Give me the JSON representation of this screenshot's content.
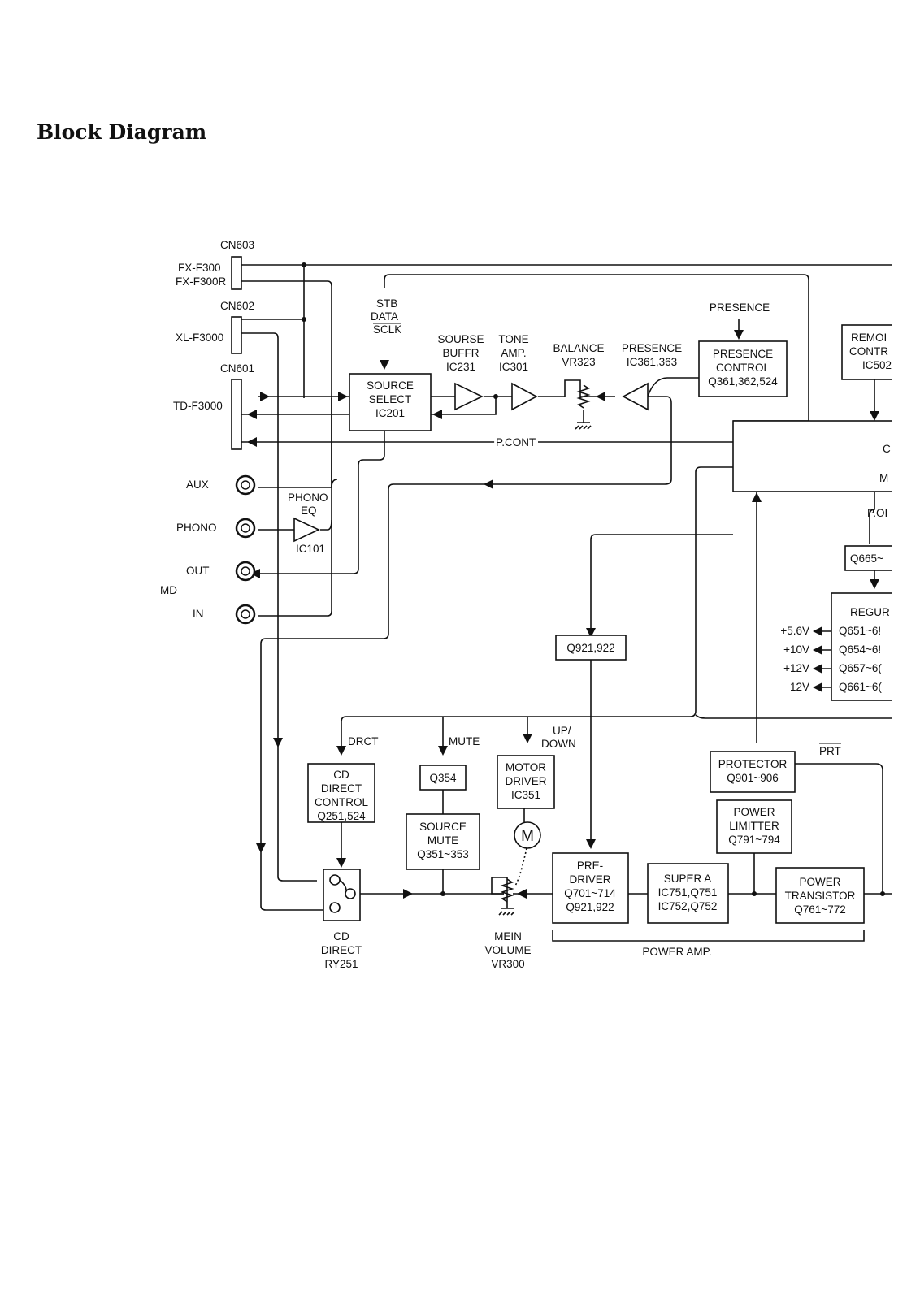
{
  "title": "Block Diagram",
  "connectors": {
    "cn603": "CN603",
    "fx_f300": "FX-F300",
    "fx_f300r": "FX-F300R",
    "cn602": "CN602",
    "xl_f3000": "XL-F3000",
    "cn601": "CN601",
    "td_f3000": "TD-F3000"
  },
  "jacks": {
    "aux": "AUX",
    "phono": "PHONO",
    "out": "OUT",
    "md": "MD",
    "in": "IN"
  },
  "phono_eq": {
    "line1": "PHONO",
    "line2": "EQ",
    "ic": "IC101"
  },
  "stb": {
    "line1": "STB",
    "line2": "DATA",
    "line3": "SCLK"
  },
  "source_select": {
    "line1": "SOURCE",
    "line2": "SELECT",
    "line3": "IC201"
  },
  "source_buffer": {
    "line1": "SOURSE",
    "line2": "BUFFR",
    "line3": "IC231"
  },
  "tone_amp": {
    "line1": "TONE",
    "line2": "AMP.",
    "line3": "IC301"
  },
  "balance": {
    "line1": "BALANCE",
    "line2": "VR323"
  },
  "presence_amp": {
    "line1": "PRESENCE",
    "line2": "IC361,363"
  },
  "presence_label": "PRESENCE",
  "presence_control": {
    "line1": "PRESENCE",
    "line2": "CONTROL",
    "line3": "Q361,362,524"
  },
  "remote_control": {
    "line1": "REMOI",
    "line2": "CONTR",
    "line3": "IC502"
  },
  "cpu": {
    "c": "C",
    "m": "M"
  },
  "p_cont": "P.CONT",
  "p_on": "P.OI",
  "q665": "Q665~",
  "regulator": {
    "title": "REGUR",
    "rows": [
      {
        "voltage": "+5.6V",
        "part": "Q651~6!"
      },
      {
        "voltage": "+10V",
        "part": "Q654~6!"
      },
      {
        "voltage": "+12V",
        "part": "Q657~6("
      },
      {
        "voltage": "−12V",
        "part": "Q661~6("
      }
    ]
  },
  "q921_922": "Q921,922",
  "signals": {
    "drct": "DRCT",
    "mute": "MUTE",
    "up": "UP/",
    "down": "DOWN",
    "prt": "PRT"
  },
  "cd_direct_control": {
    "line1": "CD",
    "line2": "DIRECT",
    "line3": "CONTROL",
    "line4": "Q251,524"
  },
  "q354": "Q354",
  "source_mute": {
    "line1": "SOURCE",
    "line2": "MUTE",
    "line3": "Q351~353"
  },
  "motor_driver": {
    "line1": "MOTOR",
    "line2": "DRIVER",
    "line3": "IC351",
    "motor": "M"
  },
  "protector": {
    "line1": "PROTECTOR",
    "line2": "Q901~906"
  },
  "power_limitter": {
    "line1": "POWER",
    "line2": "LIMITTER",
    "line3": "Q791~794"
  },
  "pre_driver": {
    "line1": "PRE-",
    "line2": "DRIVER",
    "line3": "Q701~714",
    "line4": "Q921,922"
  },
  "super_a": {
    "line1": "SUPER  A",
    "line2": "IC751,Q751",
    "line3": "IC752,Q752"
  },
  "power_transistor": {
    "line1": "POWER",
    "line2": "TRANSISTOR",
    "line3": "Q761~772"
  },
  "cd_direct_relay": {
    "line1": "CD",
    "line2": "DIRECT",
    "line3": "RY251"
  },
  "main_volume": {
    "line1": "MEIN",
    "line2": "VOLUME",
    "line3": "VR300"
  },
  "power_amp": "POWER AMP."
}
